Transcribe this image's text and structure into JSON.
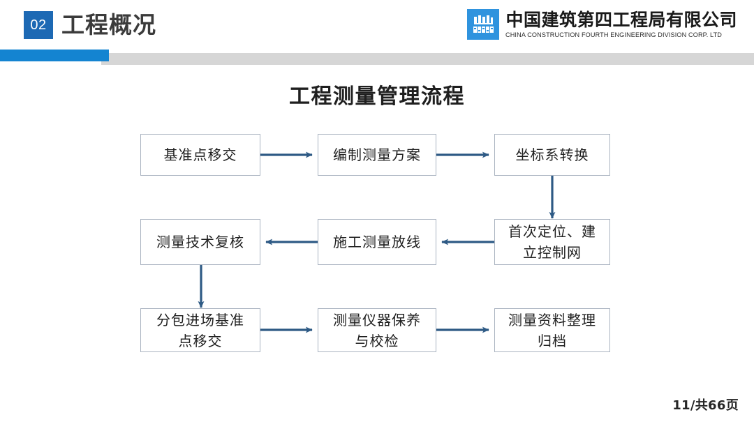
{
  "header": {
    "badge_number": "02",
    "section_title": "工程概况",
    "accent_blue": "#1484d1",
    "accent_gray": "#d6d6d6",
    "badge_color": "#1d69b4"
  },
  "brand": {
    "mark_label": "cscec-logo",
    "name_cn": "中国建筑第四工程局有限公司",
    "name_en": "CHINA CONSTRUCTION FOURTH ENGINEERING DIVISION CORP. LTD",
    "mark_color": "#2f93de"
  },
  "slide": {
    "title": "工程测量管理流程"
  },
  "flowchart": {
    "node_border_color": "#a9b3c0",
    "arrow_color": "#2e5a85",
    "nodes": [
      {
        "id": "n1",
        "label": "基准点移交",
        "row": 1,
        "col": 1
      },
      {
        "id": "n2",
        "label": "编制测量方案",
        "row": 1,
        "col": 2
      },
      {
        "id": "n3",
        "label": "坐标系转换",
        "row": 1,
        "col": 3
      },
      {
        "id": "n4",
        "label": "首次定位、建立控制网",
        "row": 2,
        "col": 3,
        "lines": [
          "首次定位、建",
          "立控制网"
        ]
      },
      {
        "id": "n5",
        "label": "施工测量放线",
        "row": 2,
        "col": 2
      },
      {
        "id": "n6",
        "label": "测量技术复核",
        "row": 2,
        "col": 1
      },
      {
        "id": "n7",
        "label": "分包进场基准点移交",
        "row": 3,
        "col": 1,
        "lines": [
          "分包进场基准",
          "点移交"
        ]
      },
      {
        "id": "n8",
        "label": "测量仪器保养与校检",
        "row": 3,
        "col": 2,
        "lines": [
          "测量仪器保养",
          "与校检"
        ]
      },
      {
        "id": "n9",
        "label": "测量资料整理归档",
        "row": 3,
        "col": 3,
        "lines": [
          "测量资料整理",
          "归档"
        ]
      }
    ],
    "edges": [
      {
        "from": "n1",
        "to": "n2",
        "direction": "right"
      },
      {
        "from": "n2",
        "to": "n3",
        "direction": "right"
      },
      {
        "from": "n3",
        "to": "n4",
        "direction": "down"
      },
      {
        "from": "n4",
        "to": "n5",
        "direction": "left"
      },
      {
        "from": "n5",
        "to": "n6",
        "direction": "left"
      },
      {
        "from": "n6",
        "to": "n7",
        "direction": "down"
      },
      {
        "from": "n7",
        "to": "n8",
        "direction": "right"
      },
      {
        "from": "n8",
        "to": "n9",
        "direction": "right"
      }
    ]
  },
  "footer": {
    "page_number": "11/共66页"
  }
}
